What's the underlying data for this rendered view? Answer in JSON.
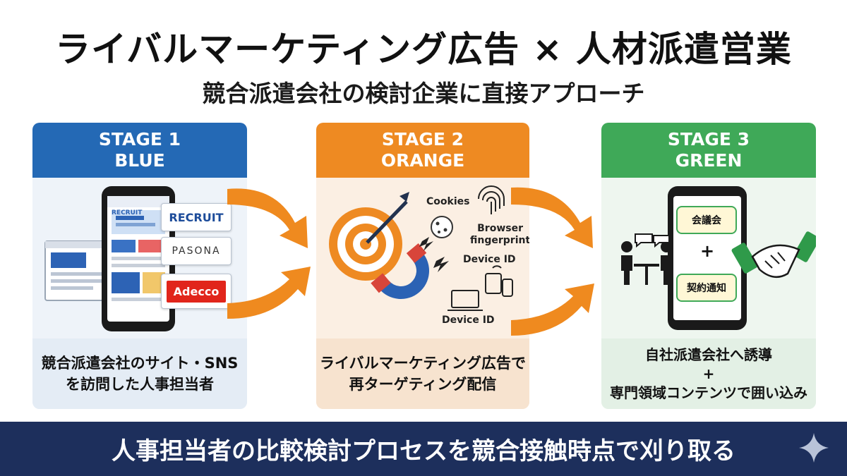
{
  "title": "ライバルマーケティング広告 × 人材派遣営業",
  "subtitle": "競合派遣会社の検討企業に直接アプローチ",
  "stages": [
    {
      "label": "STAGE 1",
      "color_name": "BLUE",
      "color": "#2469b5",
      "caption_lines": [
        "競合派遣会社のサイト・SNS",
        "を訪問した人事担当者"
      ],
      "logos": [
        "RECRUIT",
        "PASONA",
        "Adecco"
      ],
      "phone_brand": "RECRUIT"
    },
    {
      "label": "STAGE 2",
      "color_name": "ORANGE",
      "color": "#ee8a22",
      "caption_lines": [
        "ライバルマーケティング広告で",
        "再ターゲティング配信"
      ],
      "labels": {
        "cookies": "Cookies",
        "browser": "Browser",
        "fingerprint": "fingerprint",
        "device_id_top": "Device ID",
        "device_id_bottom": "Device ID"
      }
    },
    {
      "label": "STAGE 3",
      "color_name": "GREEN",
      "color": "#3fa958",
      "caption_lines": [
        "自社派遣会社へ誘導",
        "+",
        "専門領域コンテンツで囲い込み"
      ],
      "bubbles": [
        "会議会",
        "+",
        "契約通知"
      ]
    }
  ],
  "banner": "人事担当者の比較検討プロセスを競合接触時点で刈り取る",
  "arrow_color": "#ef8a1f",
  "banner_color": "#1d2f5c"
}
